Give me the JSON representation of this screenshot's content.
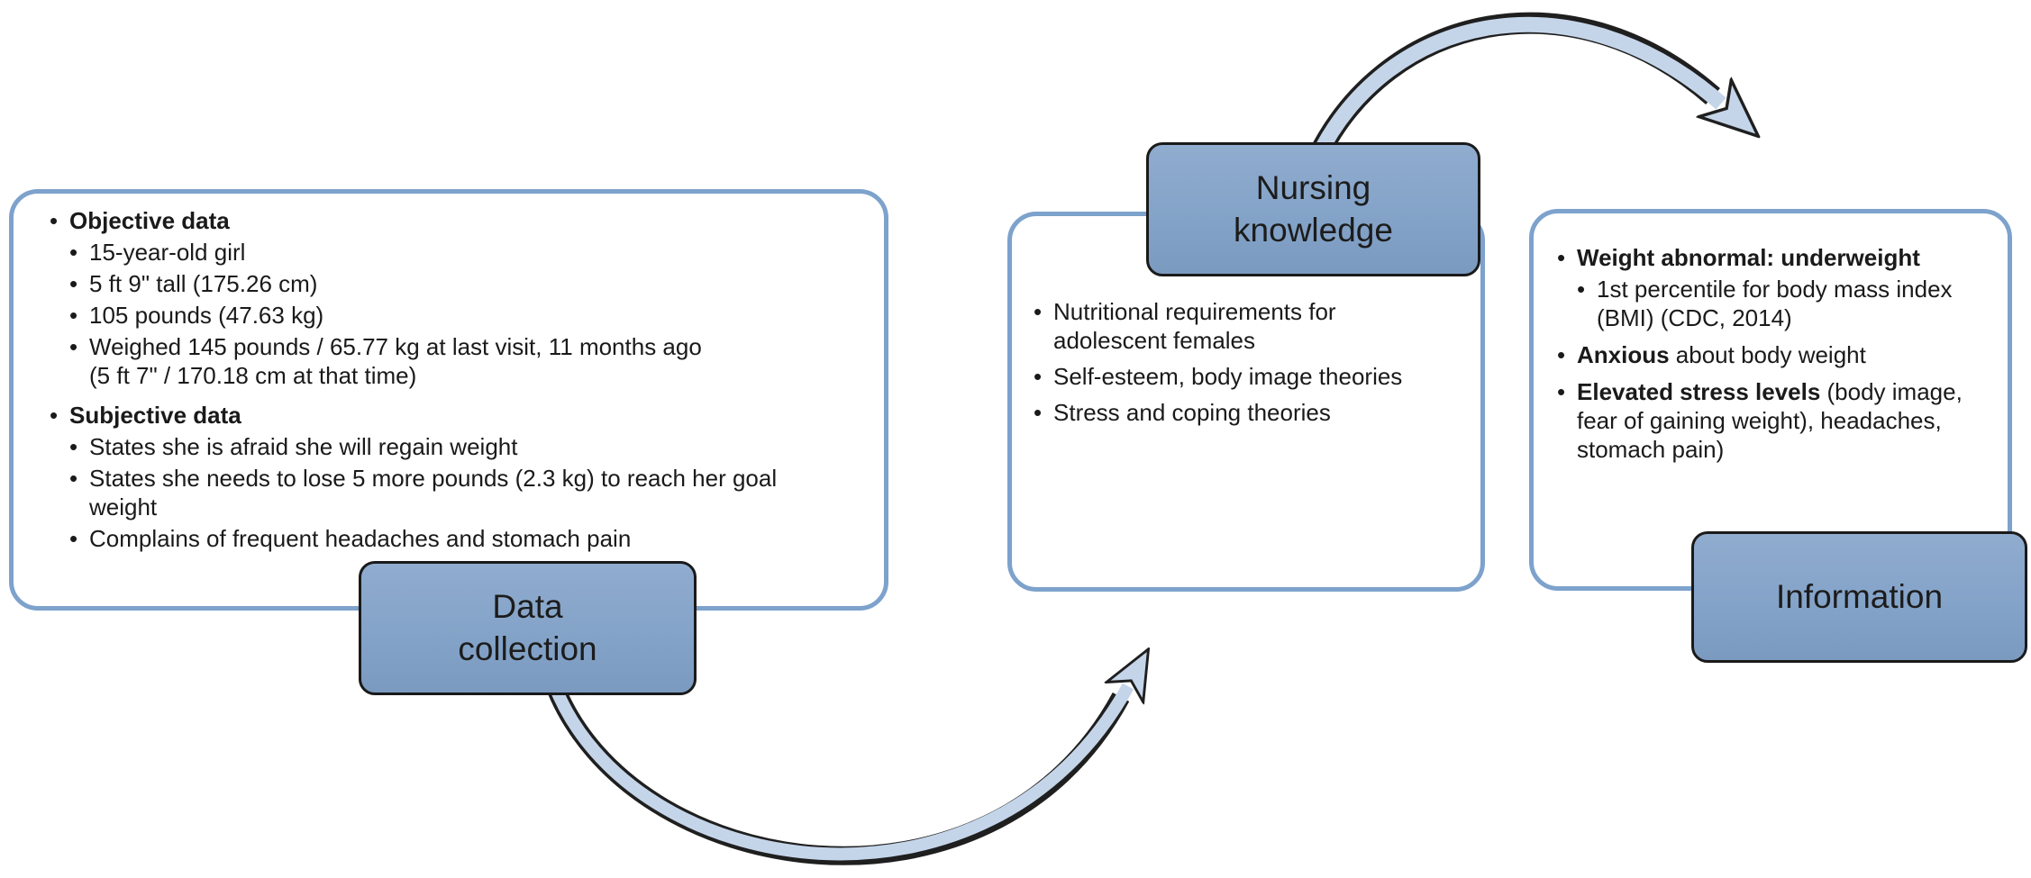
{
  "panels": {
    "data_collection": {
      "label": "Data\ncollection",
      "items": [
        {
          "level": 1,
          "segments": [
            {
              "text": "Objective data",
              "bold": true
            }
          ]
        },
        {
          "level": 2,
          "segments": [
            {
              "text": "15-year-old girl"
            }
          ]
        },
        {
          "level": 2,
          "segments": [
            {
              "text": "5 ft 9\" tall (175.26 cm)"
            }
          ]
        },
        {
          "level": 2,
          "segments": [
            {
              "text": "105 pounds (47.63 kg)"
            }
          ]
        },
        {
          "level": 2,
          "segments": [
            {
              "text": "Weighed 145 pounds / 65.77 kg at last visit, 11 months ago\n(5 ft 7\" / 170.18 cm at that time)"
            }
          ]
        },
        {
          "level": 1,
          "segments": [
            {
              "text": "Subjective data",
              "bold": true
            }
          ]
        },
        {
          "level": 2,
          "segments": [
            {
              "text": "States she is afraid she will regain weight"
            }
          ]
        },
        {
          "level": 2,
          "segments": [
            {
              "text": "States she needs to lose 5 more pounds (2.3 kg) to reach her goal\nweight"
            }
          ]
        },
        {
          "level": 2,
          "segments": [
            {
              "text": "Complains of frequent headaches and stomach pain"
            }
          ]
        }
      ]
    },
    "nursing_knowledge": {
      "label": "Nursing\nknowledge",
      "items": [
        {
          "level": 1,
          "segments": [
            {
              "text": "Nutritional requirements for\nadolescent females"
            }
          ]
        },
        {
          "level": 1,
          "segments": [
            {
              "text": "Self-esteem, body image theories"
            }
          ]
        },
        {
          "level": 1,
          "segments": [
            {
              "text": "Stress and coping theories"
            }
          ]
        }
      ]
    },
    "information": {
      "label": "Information",
      "items": [
        {
          "level": 1,
          "segments": [
            {
              "text": "Weight abnormal: underweight",
              "bold": true
            }
          ]
        },
        {
          "level": 2,
          "segments": [
            {
              "text": "1st percentile for body mass index\n(BMI) (CDC, 2014)"
            }
          ]
        },
        {
          "level": 1,
          "segments": [
            {
              "text": "Anxious",
              "bold": true
            },
            {
              "text": " about body weight"
            }
          ]
        },
        {
          "level": 1,
          "segments": [
            {
              "text": "Elevated stress levels",
              "bold": true
            },
            {
              "text": " (body image,\nfear of gaining weight), headaches,\nstomach pain)"
            }
          ]
        }
      ]
    }
  },
  "arrows": [
    {
      "name": "data-collection-to-nursing-knowledge",
      "shape": "curved-band",
      "direction": "up-right"
    },
    {
      "name": "nursing-knowledge-to-information",
      "shape": "curved-band",
      "direction": "arc-over-right"
    }
  ],
  "colors": {
    "label_box_fill": "#84a3c8",
    "label_box_border": "#1a1a1a",
    "panel_border": "#7da2cc",
    "arrow_fill": "#c5d5e9",
    "arrow_outline": "#1f1f1f",
    "text": "#1a1a1a"
  }
}
